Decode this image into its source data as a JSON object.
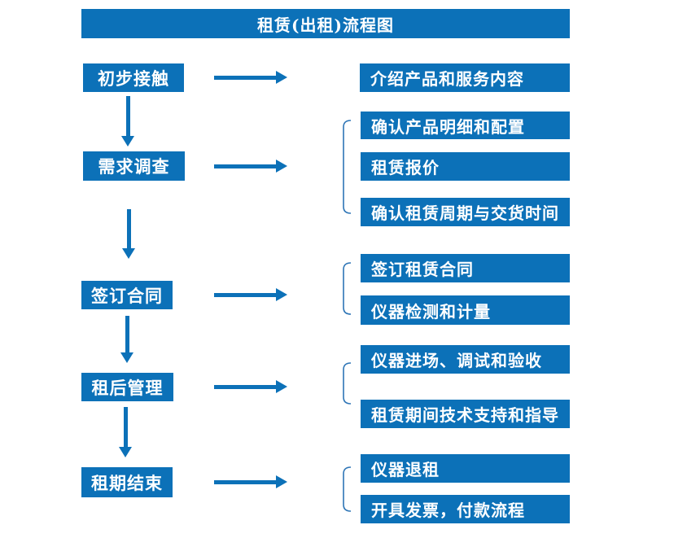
{
  "title": "租赁(出租)流程图",
  "colors": {
    "primary_blue": "#0c71b8",
    "bracket_blue": "#2e75b6",
    "text_white": "#ffffff",
    "background": "#ffffff"
  },
  "icons": {
    "right_arrow": "→",
    "down_arrow": "↓",
    "group_bracket": "left-square-bracket"
  },
  "steps": [
    {
      "label": "初步接触"
    },
    {
      "label": "需求调查"
    },
    {
      "label": "签订合同"
    },
    {
      "label": "租后管理"
    },
    {
      "label": "租期结束"
    }
  ],
  "details": [
    {
      "items": [
        "介绍产品和服务内容"
      ]
    },
    {
      "items": [
        "确认产品明细和配置",
        "租赁报价",
        "确认租赁周期与交货时间"
      ]
    },
    {
      "items": [
        "签订租赁合同",
        "仪器检测和计量"
      ]
    },
    {
      "items": [
        "仪器进场、调试和验收",
        "租赁期间技术支持和指导"
      ]
    },
    {
      "items": [
        "仪器退租",
        "开具发票，付款流程"
      ]
    }
  ]
}
